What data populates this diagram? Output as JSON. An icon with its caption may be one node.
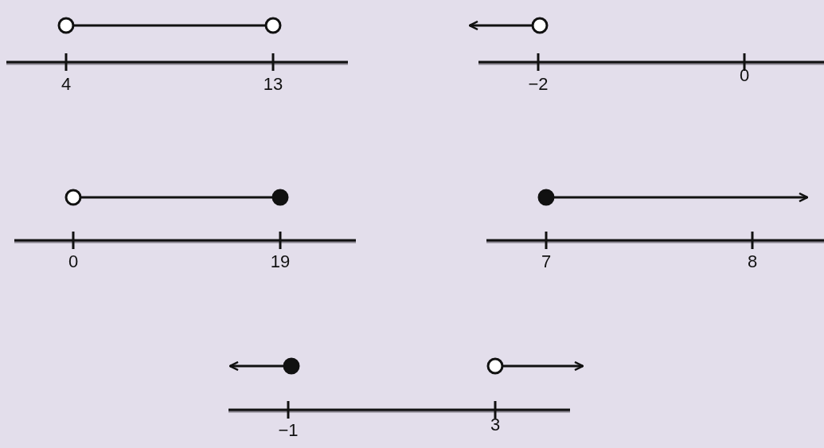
{
  "diagram": {
    "nodes": [
      {
        "text": [],
        "shape": "circle"
      },
      {
        "text": [],
        "shape": "circle"
      },
      {
        "text": [],
        "shape": "circle"
      },
      {
        "text": [],
        "shape": "circle"
      },
      {
        "text": [],
        "shape": "dot"
      },
      {
        "text": [],
        "shape": "dot"
      },
      {
        "text": [],
        "shape": "dot"
      },
      {
        "text": [],
        "shape": "circle"
      }
    ],
    "edges": [
      {
        "from": 0,
        "to": 1,
        "arrow": "none"
      },
      {
        "from": 2,
        "to": null,
        "arrow": "to"
      },
      {
        "from": 3,
        "to": 4,
        "arrow": "none"
      },
      {
        "from": 5,
        "to": null,
        "arrow": "to"
      },
      {
        "from": 6,
        "to": null,
        "arrow": "to"
      },
      {
        "from": 7,
        "to": null,
        "arrow": "to"
      }
    ],
    "labels": [
      "4",
      "13",
      "−2",
      "0",
      "0",
      "19",
      "7",
      "8",
      "−1",
      "3"
    ]
  }
}
